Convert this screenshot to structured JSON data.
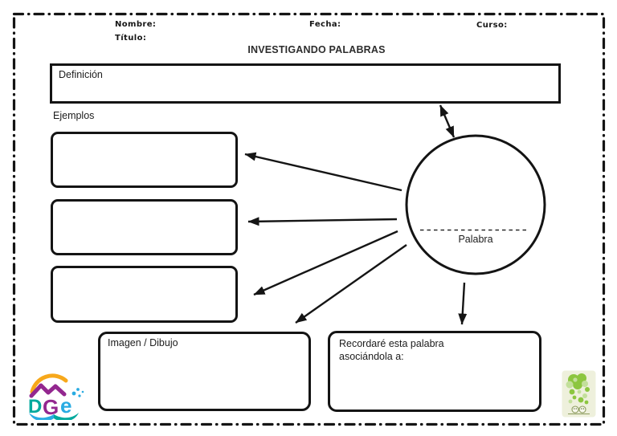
{
  "document": {
    "title": "INVESTIGANDO PALABRAS",
    "header": {
      "nombre": "Nombre:",
      "titulo": "Título:",
      "fecha": "Fecha:",
      "curso": "Curso:"
    },
    "labels": {
      "definicion": "Definición",
      "ejemplos": "Ejemplos",
      "palabra": "Palabra",
      "imagen": "Imagen / Dibujo",
      "recordar_line1": "Recordaré esta palabra",
      "recordar_line2": "asociándola a:"
    },
    "logo_dge": {
      "letter_d": "D",
      "letter_g": "G",
      "letter_e": "e"
    },
    "colors": {
      "ink": "#1a1a1a",
      "dge_teal": "#00a99d",
      "dge_purple": "#93278f",
      "dge_blue": "#29abe2",
      "dge_orange": "#f7a81b",
      "leaf_green": "#8cc63f",
      "leaf_light": "#c3df9b",
      "card_bg": "#eef0dc"
    }
  }
}
